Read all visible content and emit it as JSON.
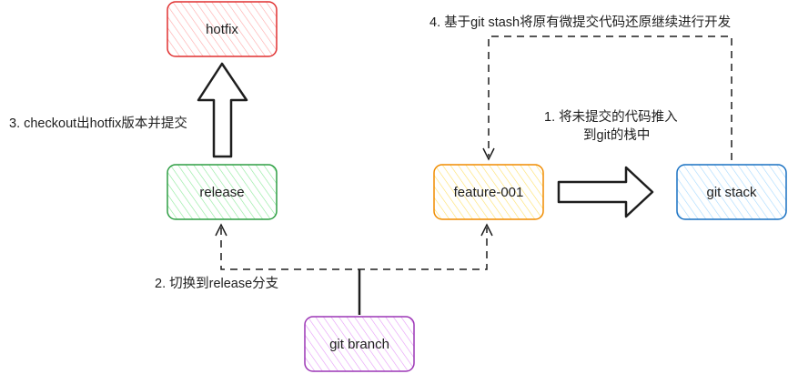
{
  "nodes": {
    "hotfix": {
      "label": "hotfix",
      "stroke": "#e03131",
      "fill": "#ffc9c9"
    },
    "release": {
      "label": "release",
      "stroke": "#2f9e44",
      "fill": "#b2f2bb"
    },
    "feature": {
      "label": "feature-001",
      "stroke": "#f08c00",
      "fill": "#ffec99"
    },
    "git_stack": {
      "label": "git stack",
      "stroke": "#1971c2",
      "fill": "#a5d8ff"
    },
    "git_branch": {
      "label": "git branch",
      "stroke": "#9c36b5",
      "fill": "#eebefa"
    }
  },
  "labels": {
    "step1_line1": "1. 将未提交的代码推入",
    "step1_line2": "到git的栈中",
    "step2": "2. 切换到release分支",
    "step3": "3. checkout出hotfix版本并提交",
    "step4": "4. 基于git stash将原有微提交代码还原继续进行开发"
  }
}
